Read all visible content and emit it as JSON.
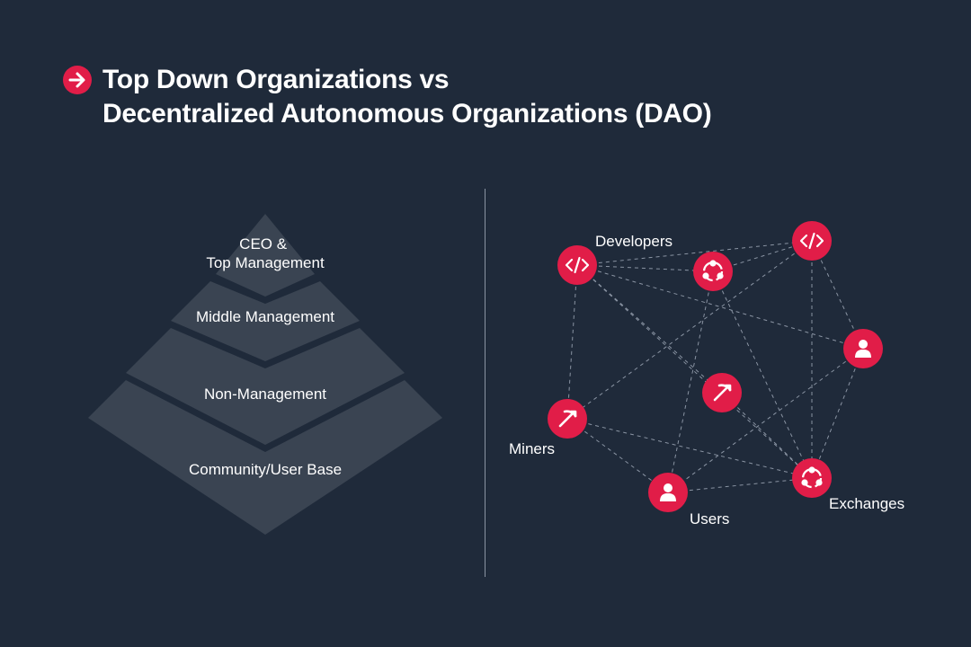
{
  "title": {
    "line1": "Top Down Organizations vs",
    "line2": "Decentralized Autonomous Organizations (DAO)"
  },
  "colors": {
    "background": "#1f2a3a",
    "accent": "#e11d48",
    "pyramid_fill": "#3a4452",
    "line": "#8a94a3"
  },
  "pyramid": {
    "levels": [
      {
        "label_lines": [
          "CEO &",
          "Top Management"
        ]
      },
      {
        "label_lines": [
          "Middle Management"
        ]
      },
      {
        "label_lines": [
          "Non-Management"
        ]
      },
      {
        "label_lines": [
          "Community/User Base"
        ]
      }
    ]
  },
  "network": {
    "labels": {
      "developers": "Developers",
      "miners": "Miners",
      "users": "Users",
      "exchanges": "Exchanges"
    },
    "nodes": [
      {
        "id": "dev1",
        "icon": "code-icon"
      },
      {
        "id": "ex1",
        "icon": "exchange-icon"
      },
      {
        "id": "dev2",
        "icon": "code-icon"
      },
      {
        "id": "user1",
        "icon": "user-icon"
      },
      {
        "id": "miner2",
        "icon": "pickaxe-icon"
      },
      {
        "id": "miner1",
        "icon": "pickaxe-icon"
      },
      {
        "id": "ex2",
        "icon": "exchange-icon"
      },
      {
        "id": "user2",
        "icon": "user-icon"
      }
    ]
  }
}
